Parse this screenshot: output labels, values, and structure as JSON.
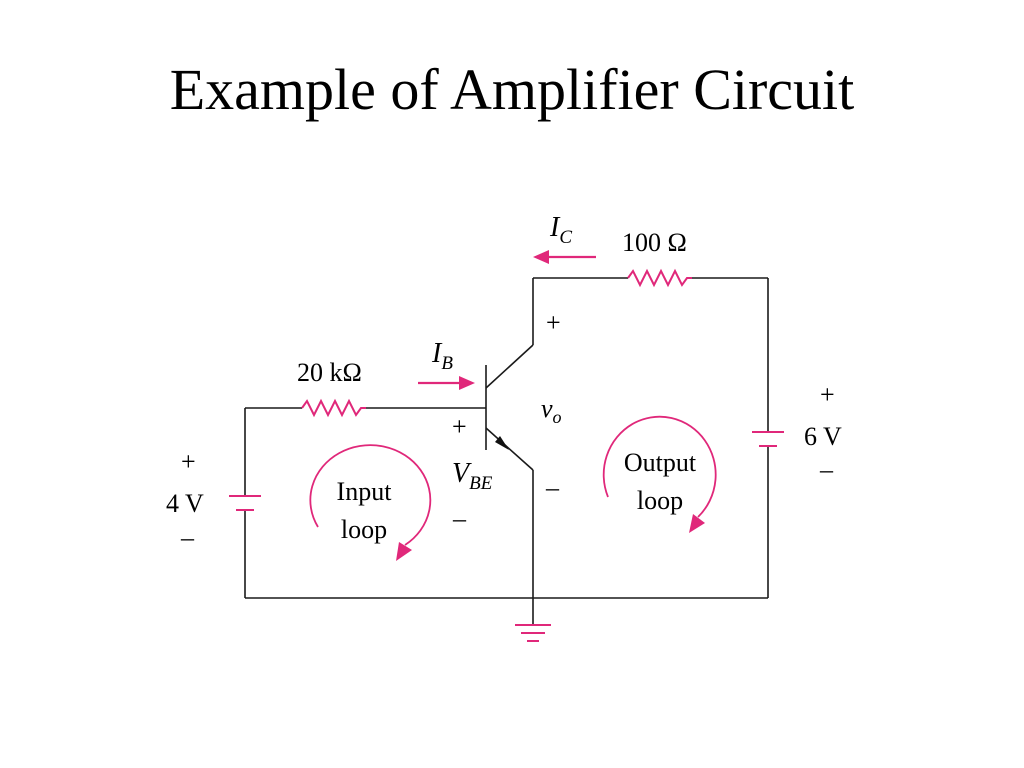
{
  "title": "Example of Amplifier Circuit",
  "diagram": {
    "collector_resistor": "100 Ω",
    "base_resistor": "20 kΩ",
    "collector_current": {
      "symbol": "I",
      "sub": "C"
    },
    "base_current": {
      "symbol": "I",
      "sub": "B"
    },
    "output_voltage": {
      "symbol": "v",
      "sub": "o"
    },
    "vbe": {
      "symbol": "V",
      "sub": "BE"
    },
    "input_source": "4 V",
    "output_source": "6 V",
    "plus": "+",
    "minus": "–",
    "input_loop": {
      "line1": "Input",
      "line2": "loop"
    },
    "output_loop": {
      "line1": "Output",
      "line2": "loop"
    }
  },
  "colors": {
    "accent": "#e0287a",
    "wire": "#1a1a1a"
  }
}
